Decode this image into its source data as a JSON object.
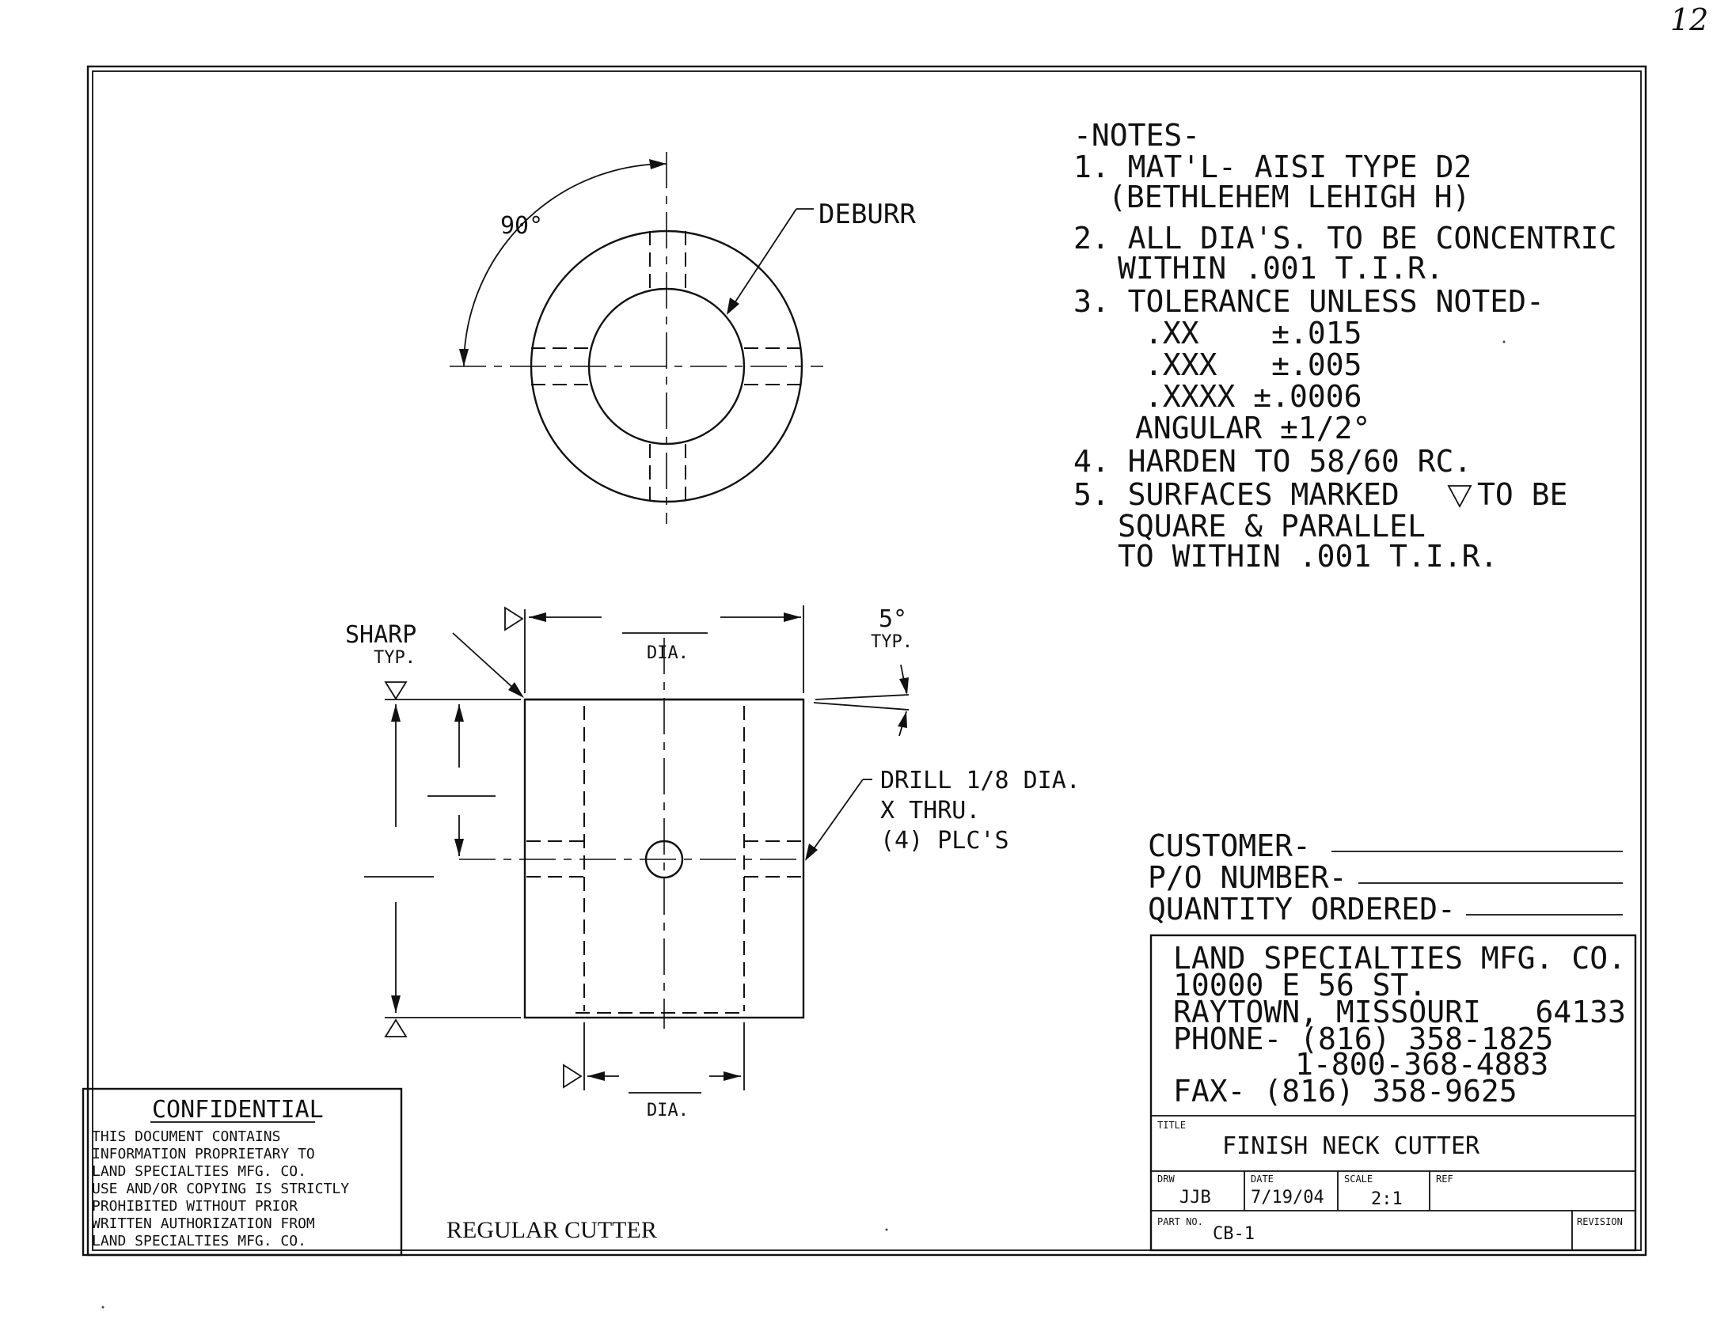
{
  "corner_mark": "12",
  "notes": {
    "heading": "-NOTES-",
    "lines": [
      "1. MAT'L- AISI TYPE D2",
      "(BETHLEHEM LEHIGH H)",
      "2. ALL DIA'S. TO BE CONCENTRIC",
      "WITHIN .001 T.I.R.",
      "3. TOLERANCE UNLESS NOTED-",
      ".XX    ±.015",
      ".XXX   ±.005",
      ".XXXX ±.0006",
      "ANGULAR ±1/2°",
      "4. HARDEN TO 58/60 RC.",
      "5. SURFACES MARKED",
      "TO BE",
      "SQUARE & PARALLEL",
      "TO WITHIN .001 T.I.R."
    ]
  },
  "top_view": {
    "angle_label": "90°",
    "deburr_label": "DEBURR"
  },
  "side_view": {
    "sharp_label": "SHARP",
    "sharp_typ": "TYP.",
    "top_dia": "DIA.",
    "bottom_dia": "DIA.",
    "angle_label": "5°",
    "angle_typ": "TYP.",
    "drill_lines": [
      "DRILL 1/8 DIA.",
      "X THRU.",
      "(4) PLC'S"
    ]
  },
  "order": {
    "customer": "CUSTOMER-",
    "po_number": "P/O NUMBER-",
    "quantity": "QUANTITY ORDERED-"
  },
  "company": {
    "name": "LAND SPECIALTIES MFG. CO.",
    "address": "10000 E 56 ST.",
    "city": "RAYTOWN, MISSOURI   64133",
    "phone": "PHONE- (816) 358-1825",
    "tollfree": "1-800-368-4883",
    "fax": "FAX- (816) 358-9625"
  },
  "title_block": {
    "title_label": "TITLE",
    "title": "FINISH NECK CUTTER",
    "drw_label": "DRW",
    "drw": "JJB",
    "date_label": "DATE",
    "date": "7/19/04",
    "scale_label": "SCALE",
    "scale": "2:1",
    "ref_label": "REF",
    "part_label": "PART NO.",
    "part_no": "CB-1",
    "revision_label": "REVISION"
  },
  "confidential": {
    "heading": "CONFIDENTIAL",
    "lines": [
      "THIS DOCUMENT CONTAINS",
      "INFORMATION PROPRIETARY TO",
      "LAND SPECIALTIES MFG. CO.",
      "USE AND/OR COPYING IS STRICTLY",
      "PROHIBITED WITHOUT PRIOR",
      "WRITTEN AUTHORIZATION FROM",
      "LAND SPECIALTIES MFG. CO."
    ]
  },
  "caption": "REGULAR CUTTER"
}
